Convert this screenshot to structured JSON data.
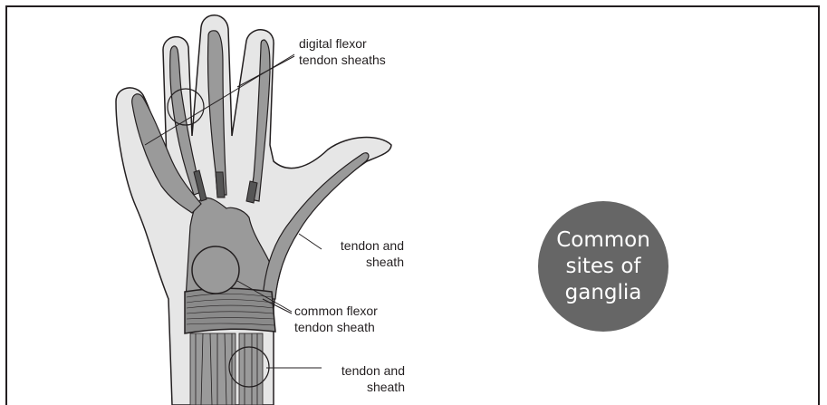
{
  "labels": {
    "digital_flexor": [
      "digital flexor",
      "tendon sheaths"
    ],
    "tendon_sheath_upper": [
      "tendon and",
      "sheath"
    ],
    "common_flexor": [
      "common flexor",
      "tendon sheath"
    ],
    "tendon_sheath_lower": [
      "tendon and",
      "sheath"
    ]
  },
  "badge": {
    "lines": [
      "Common",
      "sites of",
      "ganglia"
    ]
  },
  "colors": {
    "outline": "#231f20",
    "skin": "#e6e6e6",
    "tendon_fill": "#9a9a9a",
    "badge": "#666666"
  }
}
